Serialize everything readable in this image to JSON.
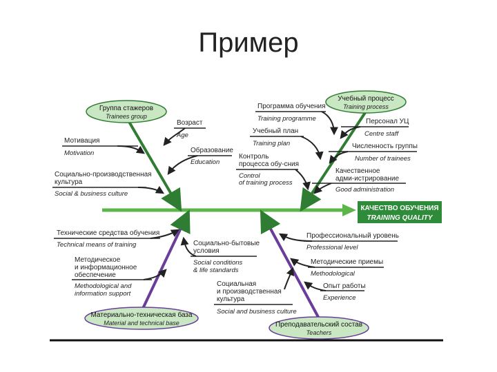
{
  "slide": {
    "title": "Пример"
  },
  "diagram": {
    "head": {
      "ru": "КАЧЕСТВО ОБУЧЕНИЯ",
      "en": "TRAINING QUALITY"
    },
    "colors": {
      "spine": "#5bb548",
      "upper_bone": "#2e7d32",
      "lower_bone": "#6a3d9a",
      "ellipse_fill": "#c9e7c3",
      "head_fill": "#2e8b3a",
      "base_line": "#111111"
    },
    "categories": {
      "trainees": {
        "ru": "Группа стажеров",
        "en": "Trainees group"
      },
      "process": {
        "ru": "Учебный процесс",
        "en": "Training process"
      },
      "material": {
        "ru": "Материально-техническая база",
        "en": "Material and technical base"
      },
      "teachers": {
        "ru": "Преподавательский состав",
        "en": "Teachers"
      }
    },
    "causes": {
      "age": {
        "ru": "Возраст",
        "en": "Age"
      },
      "motivation": {
        "ru": "Мотивация",
        "en": "Motivation"
      },
      "education": {
        "ru": "Образование",
        "en": "Education"
      },
      "social_culture": {
        "ru1": "Социально-производственная",
        "ru2": "культура",
        "en": "Social & business culture"
      },
      "programme": {
        "ru": "Программа обучения",
        "en": "Training programme"
      },
      "plan": {
        "ru": "Учебный план",
        "en": "Training plan"
      },
      "control": {
        "ru1": "Контроль",
        "ru2": "процесса обу-сния",
        "en1": "Control",
        "en2": "of training process"
      },
      "staff": {
        "ru": "Персонал УЦ",
        "en": "Centre staff"
      },
      "number": {
        "ru": "Численность группы",
        "en": "Number of trainees"
      },
      "admin": {
        "ru1": "Качественное",
        "ru2": "адми-истрирование",
        "en": "Good administration"
      },
      "means": {
        "ru": "Технические средства обучения",
        "en": "Technical means of training"
      },
      "method_info": {
        "ru1": "Методическое",
        "ru2": "и информационное",
        "ru3": "обеспечение",
        "en1": "Methodological and",
        "en2": "information support"
      },
      "living": {
        "ru1": "Социально-бытовые",
        "ru2": "условия",
        "en1": "Social conditions",
        "en2": "& life standards"
      },
      "soc_prod": {
        "ru1": "Социальная",
        "ru2": "и производственная",
        "ru3": "культура",
        "en": "Social and business culture"
      },
      "prof_level": {
        "ru": "Профессиональный уровень",
        "en": "Professional level"
      },
      "methods": {
        "ru": "Методические приемы",
        "en": "Methodological"
      },
      "experience": {
        "ru": "Опыт работы",
        "en": "Experience"
      }
    }
  }
}
